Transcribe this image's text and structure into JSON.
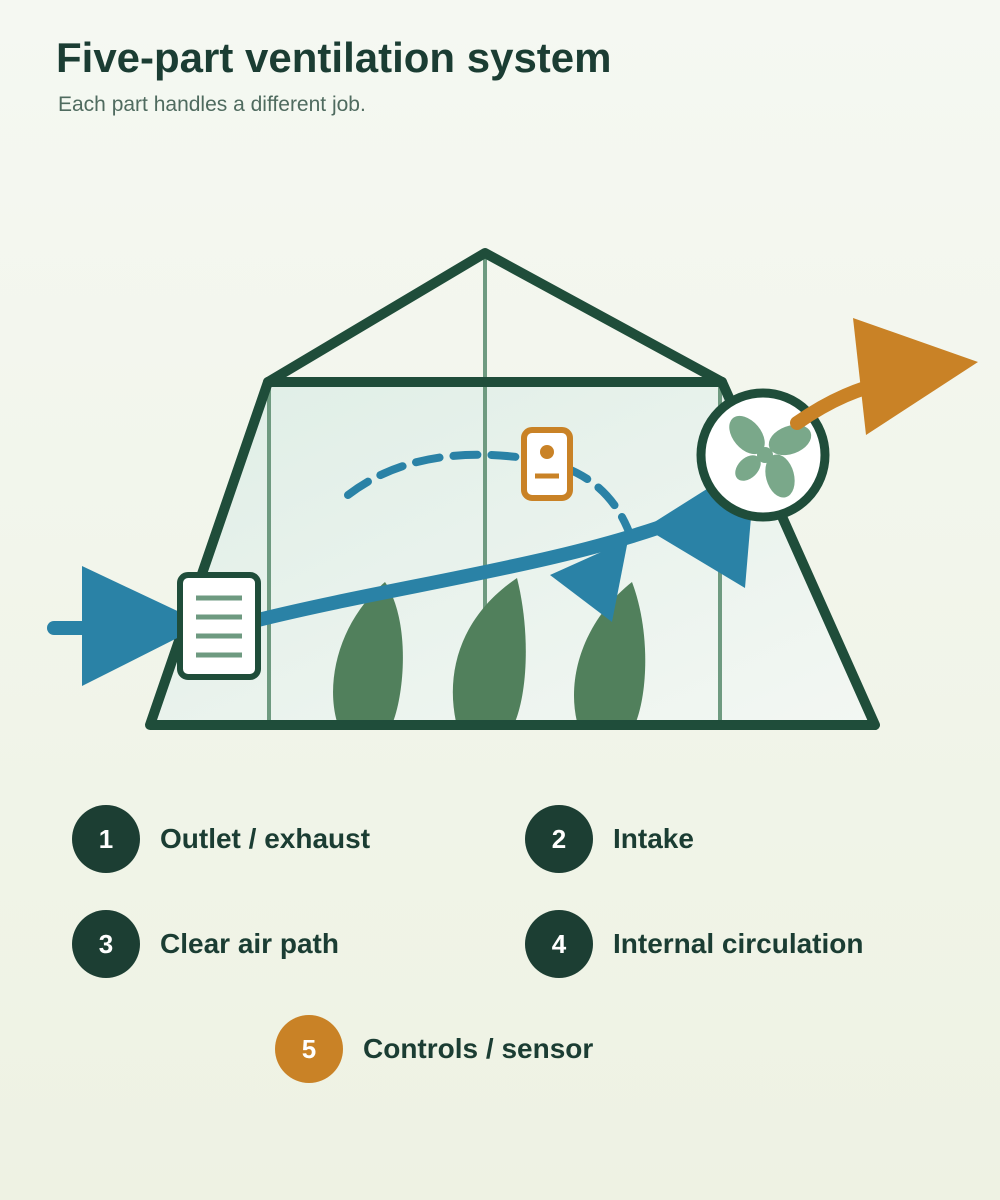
{
  "header": {
    "title": "Five-part ventilation system",
    "subtitle": "Each part handles a different job."
  },
  "colors": {
    "dark_green": "#1f4d3a",
    "air_blue": "#2a82a6",
    "exhaust_orange": "#c98226",
    "leaf_green": "#51805c",
    "fan_blade": "#7aa88a",
    "glass": "#e4f1ea"
  },
  "icons": {
    "intake_vent": "vent-grille-icon",
    "exhaust_fan": "fan-icon",
    "sensor": "sensor-icon",
    "plants": "plant-icon"
  },
  "legend": [
    {
      "number": "1",
      "label": "Outlet / exhaust"
    },
    {
      "number": "2",
      "label": "Intake"
    },
    {
      "number": "3",
      "label": "Clear air path"
    },
    {
      "number": "4",
      "label": "Internal circulation"
    },
    {
      "number": "5",
      "label": "Controls / sensor"
    }
  ]
}
